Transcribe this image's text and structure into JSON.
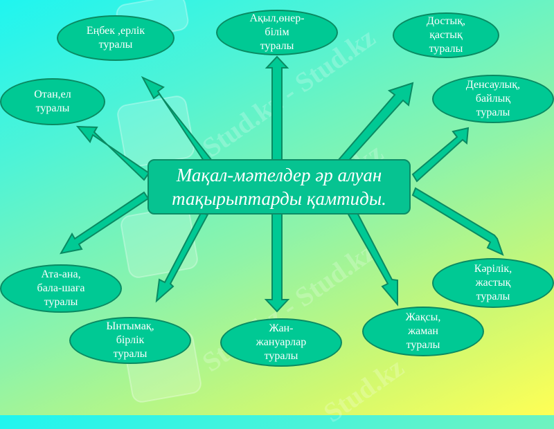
{
  "title": "Мақал-мәтелдер әр алуан\nтақырыптарды қамтиды.",
  "colors": {
    "node_fill": "#00c994",
    "node_border": "#0a8a62",
    "text": "#ffffff",
    "background_start": "#1ff5f0",
    "background_end": "#ffff55"
  },
  "watermark": {
    "text": "Stud.kz",
    "separator_text": "Stud.kz - Stud.kz"
  },
  "nodes": [
    {
      "id": "enbek",
      "label": "Еңбек ,ерлік\nтуралы"
    },
    {
      "id": "akyl",
      "label": "Ақыл,өнер-\nбілім\nтуралы"
    },
    {
      "id": "dostyk",
      "label": "Достық,\nқастық\nтуралы"
    },
    {
      "id": "densaulyk",
      "label": "Денсаулық,\nбайлық\nтуралы"
    },
    {
      "id": "otan",
      "label": "Отан,ел\nтуралы"
    },
    {
      "id": "ata-ana",
      "label": "Ата-ана,\nбала-шаға\nтуралы"
    },
    {
      "id": "yntymak",
      "label": "Ынтымақ,\nбірлік\nтуралы"
    },
    {
      "id": "zhan",
      "label": "Жан-\nжануарлар\nтуралы"
    },
    {
      "id": "zhaksy",
      "label": "Жақсы,\nжаман\nтуралы"
    },
    {
      "id": "karilik",
      "label": "Кәрілік,\nжастық\nтуралы"
    }
  ]
}
